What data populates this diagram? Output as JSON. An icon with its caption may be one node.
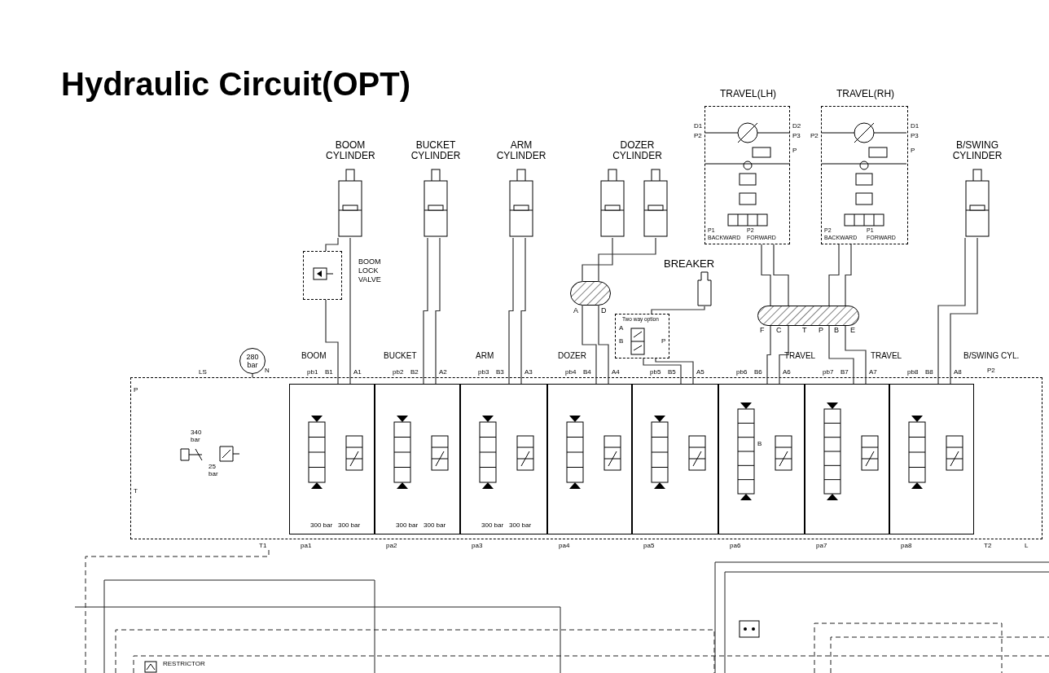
{
  "diagram": {
    "title": "Hydraulic Circuit(OPT)",
    "nodes": [
      {
        "text": [
          "BOOM CYLINDER"
        ]
      },
      {
        "text": [
          "BUCKET CYLINDER"
        ]
      },
      {
        "text": [
          "ARM CYLINDER"
        ]
      },
      {
        "text": [
          "DOZER CYLINDER"
        ]
      },
      {
        "text": [
          "TRAVEL(LH)"
        ]
      },
      {
        "text": [
          "TRAVEL(RH)"
        ]
      },
      {
        "text": [
          "B/SWING CYLINDER"
        ]
      },
      {
        "text": [
          "BOOM LOCK VALVE"
        ]
      },
      {
        "text": [
          "BREAKER"
        ]
      },
      {
        "text": [
          "Two way option"
        ]
      },
      {
        "text": [],
        "shape": "ellipse",
        "beside": [
          "A",
          "D"
        ]
      },
      {
        "text": [],
        "shape": "ellipse",
        "beside": [
          "F",
          "C",
          "T",
          "P",
          "B",
          "E"
        ]
      },
      {
        "text": [],
        "shape": "box"
      },
      {
        "text": [
          "BOOM"
        ],
        "in": 12
      },
      {
        "text": [
          "BUCKET"
        ],
        "in": 12
      },
      {
        "text": [
          "ARM"
        ],
        "in": 12
      },
      {
        "text": [
          "DOZER"
        ],
        "in": 12
      },
      {
        "text": [],
        "shape": "box",
        "in": 12
      },
      {
        "text": [
          "TRAVEL"
        ],
        "in": 12
      },
      {
        "text": [
          "TRAVEL"
        ],
        "in": 12
      },
      {
        "text": [
          "B/SWING CYL."
        ],
        "in": 12
      },
      {
        "text": [
          "280 bar"
        ]
      }
    ],
    "edges": [
      {
        "from": 0,
        "to": 7,
        "arrow": "none"
      },
      {
        "from": 7,
        "to": 13,
        "arrow": "none"
      },
      {
        "from": 0,
        "to": 13,
        "arrow": "none"
      },
      {
        "from": 1,
        "to": 14,
        "arrow": "none"
      },
      {
        "from": 1,
        "to": 14,
        "arrow": "none"
      },
      {
        "from": 2,
        "to": 15,
        "arrow": "none"
      },
      {
        "from": 2,
        "to": 15,
        "arrow": "none"
      },
      {
        "from": 3,
        "to": 10,
        "arrow": "none"
      },
      {
        "from": 3,
        "to": 10,
        "arrow": "none"
      },
      {
        "from": 10,
        "to": 16,
        "arrow": "none"
      },
      {
        "from": 10,
        "to": 16,
        "arrow": "none"
      },
      {
        "from": 8,
        "to": 9,
        "arrow": "none"
      },
      {
        "from": 9,
        "to": 17,
        "arrow": "none"
      },
      {
        "from": 9,
        "to": 17,
        "arrow": "none"
      },
      {
        "from": 4,
        "to": 11,
        "arrow": "none"
      },
      {
        "from": 4,
        "to": 11,
        "arrow": "none"
      },
      {
        "from": 5,
        "to": 11,
        "arrow": "none"
      },
      {
        "from": 5,
        "to": 11,
        "arrow": "none"
      },
      {
        "from": 11,
        "to": 18,
        "arrow": "none"
      },
      {
        "from": 11,
        "to": 18,
        "arrow": "none"
      },
      {
        "from": 11,
        "to": 19,
        "arrow": "none"
      },
      {
        "from": 11,
        "to": 19,
        "arrow": "none"
      },
      {
        "from": 6,
        "to": 20,
        "arrow": "none"
      },
      {
        "from": 6,
        "to": 20,
        "arrow": "none"
      },
      {
        "from": 21,
        "to": 12,
        "arrow": "none"
      }
    ],
    "labels": [
      "D1",
      "P2",
      "D2",
      "P3",
      "P",
      "P1 BACKWARD",
      "P2 FORWARD",
      "P2",
      "D1",
      "P3",
      "P",
      "P2 BACKWARD",
      "P1 FORWARD",
      "A",
      "B",
      "P",
      "LS",
      "N",
      "P",
      "340 bar",
      "25 bar",
      "T",
      "T1",
      "pb1",
      "B1",
      "A1",
      "300 bar",
      "300 bar",
      "pa1",
      "pb2",
      "B2",
      "A2",
      "300 bar",
      "300 bar",
      "pa2",
      "pb3",
      "B3",
      "A3",
      "300 bar",
      "300 bar",
      "pa3",
      "pb4",
      "B4",
      "A4",
      "pa4",
      "pb5",
      "B5",
      "A5",
      "pa5",
      "pb6",
      "B6",
      "A6",
      "B",
      "pa6",
      "pb7",
      "B7",
      "A7",
      "pa7",
      "pb8",
      "B8",
      "A8",
      "pa8",
      "P2",
      "T2",
      "L",
      "RESTRICTOR"
    ]
  }
}
